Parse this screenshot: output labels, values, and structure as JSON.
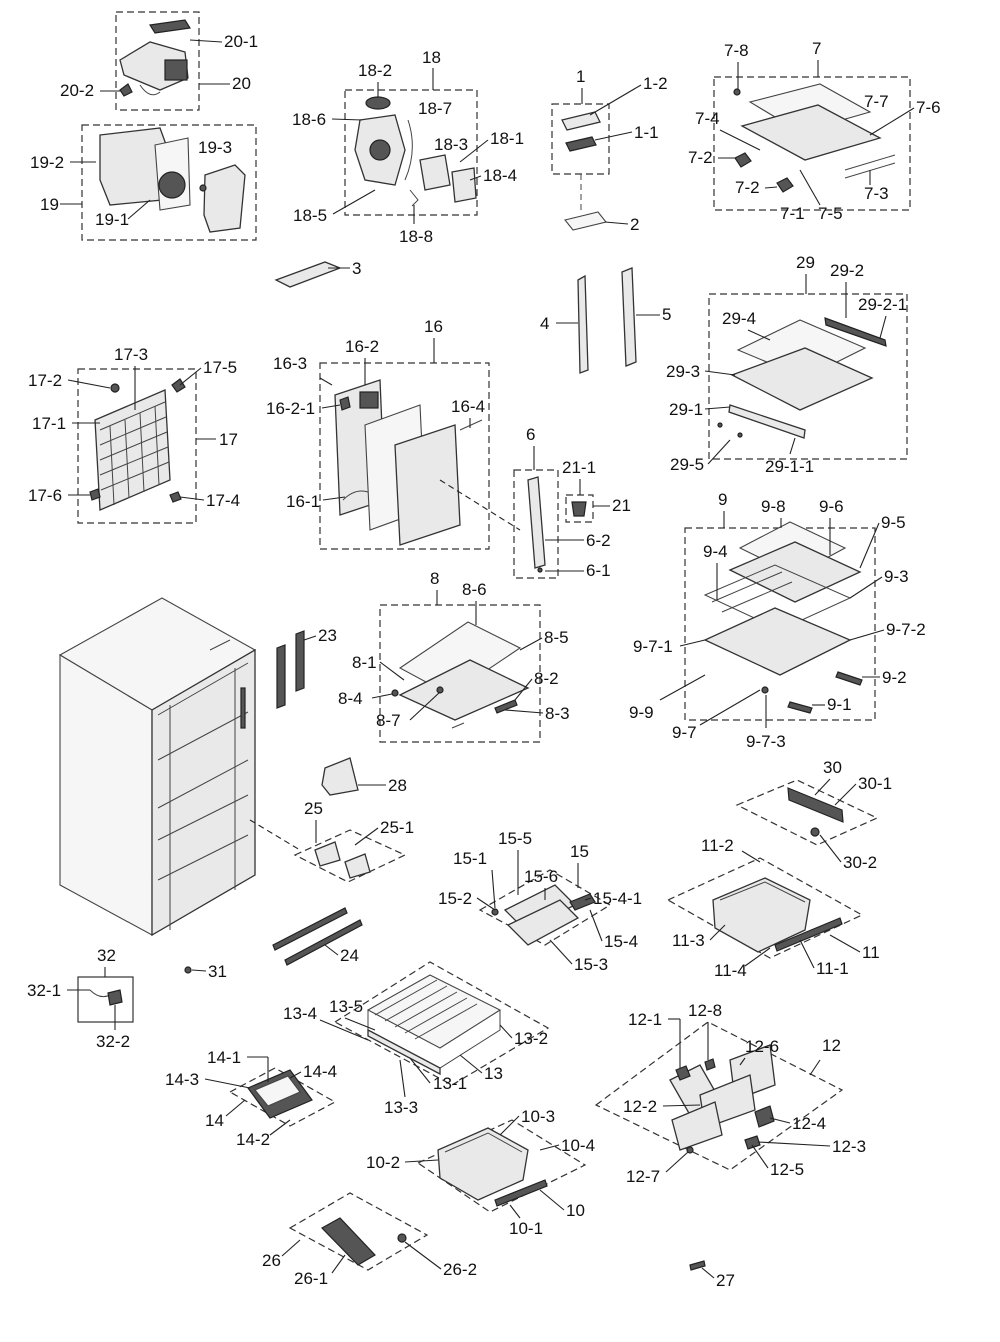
{
  "callouts": {
    "c1": "1",
    "c1_1": "1-1",
    "c1_2": "1-2",
    "c2": "2",
    "c3": "3",
    "c4": "4",
    "c5": "5",
    "c6": "6",
    "c6_1": "6-1",
    "c6_2": "6-2",
    "c7": "7",
    "c7_1": "7-1",
    "c7_2a": "7-2",
    "c7_2b": "7-2",
    "c7_3": "7-3",
    "c7_4": "7-4",
    "c7_5": "7-5",
    "c7_6": "7-6",
    "c7_7": "7-7",
    "c7_8": "7-8",
    "c8": "8",
    "c8_1": "8-1",
    "c8_2": "8-2",
    "c8_3": "8-3",
    "c8_4": "8-4",
    "c8_5": "8-5",
    "c8_6": "8-6",
    "c8_7": "8-7",
    "c9": "9",
    "c9_1": "9-1",
    "c9_2": "9-2",
    "c9_3": "9-3",
    "c9_4": "9-4",
    "c9_5": "9-5",
    "c9_6": "9-6",
    "c9_7": "9-7",
    "c9_7_1": "9-7-1",
    "c9_7_2": "9-7-2",
    "c9_7_3": "9-7-3",
    "c9_8": "9-8",
    "c9_9": "9-9",
    "c10": "10",
    "c10_1": "10-1",
    "c10_2": "10-2",
    "c10_3": "10-3",
    "c10_4": "10-4",
    "c11": "11",
    "c11_1": "11-1",
    "c11_2": "11-2",
    "c11_3": "11-3",
    "c11_4": "11-4",
    "c12": "12",
    "c12_1": "12-1",
    "c12_2": "12-2",
    "c12_3": "12-3",
    "c12_4": "12-4",
    "c12_5": "12-5",
    "c12_6": "12-6",
    "c12_7": "12-7",
    "c12_8": "12-8",
    "c13": "13",
    "c13_1": "13-1",
    "c13_2": "13-2",
    "c13_3": "13-3",
    "c13_4": "13-4",
    "c13_5": "13-5",
    "c14": "14",
    "c14_1": "14-1",
    "c14_2": "14-2",
    "c14_3": "14-3",
    "c14_4": "14-4",
    "c15": "15",
    "c15_1": "15-1",
    "c15_2": "15-2",
    "c15_3": "15-3",
    "c15_4": "15-4",
    "c15_4_1": "15-4-1",
    "c15_5": "15-5",
    "c15_6": "15-6",
    "c16": "16",
    "c16_1": "16-1",
    "c16_2": "16-2",
    "c16_2_1": "16-2-1",
    "c16_3": "16-3",
    "c16_4": "16-4",
    "c17": "17",
    "c17_1": "17-1",
    "c17_2": "17-2",
    "c17_3": "17-3",
    "c17_4": "17-4",
    "c17_5": "17-5",
    "c17_6": "17-6",
    "c18": "18",
    "c18_1": "18-1",
    "c18_2": "18-2",
    "c18_3": "18-3",
    "c18_4": "18-4",
    "c18_5": "18-5",
    "c18_6": "18-6",
    "c18_7": "18-7",
    "c18_8": "18-8",
    "c19": "19",
    "c19_1": "19-1",
    "c19_2": "19-2",
    "c19_3": "19-3",
    "c20": "20",
    "c20_1": "20-1",
    "c20_2": "20-2",
    "c21": "21",
    "c21_1": "21-1",
    "c23": "23",
    "c24": "24",
    "c25": "25",
    "c25_1": "25-1",
    "c26": "26",
    "c26_1": "26-1",
    "c26_2": "26-2",
    "c27": "27",
    "c28": "28",
    "c29": "29",
    "c29_1": "29-1",
    "c29_1_1": "29-1-1",
    "c29_2": "29-2",
    "c29_2_1": "29-2-1",
    "c29_3": "29-3",
    "c29_4": "29-4",
    "c29_5": "29-5",
    "c30": "30",
    "c30_1": "30-1",
    "c30_2": "30-2",
    "c31": "31",
    "c32": "32",
    "c32_1": "32-1",
    "c32_2": "32-2"
  },
  "colors": {
    "line": "#222222",
    "part_fill": "#e9e9e9",
    "dark_part": "#555555",
    "background": "#ffffff"
  }
}
